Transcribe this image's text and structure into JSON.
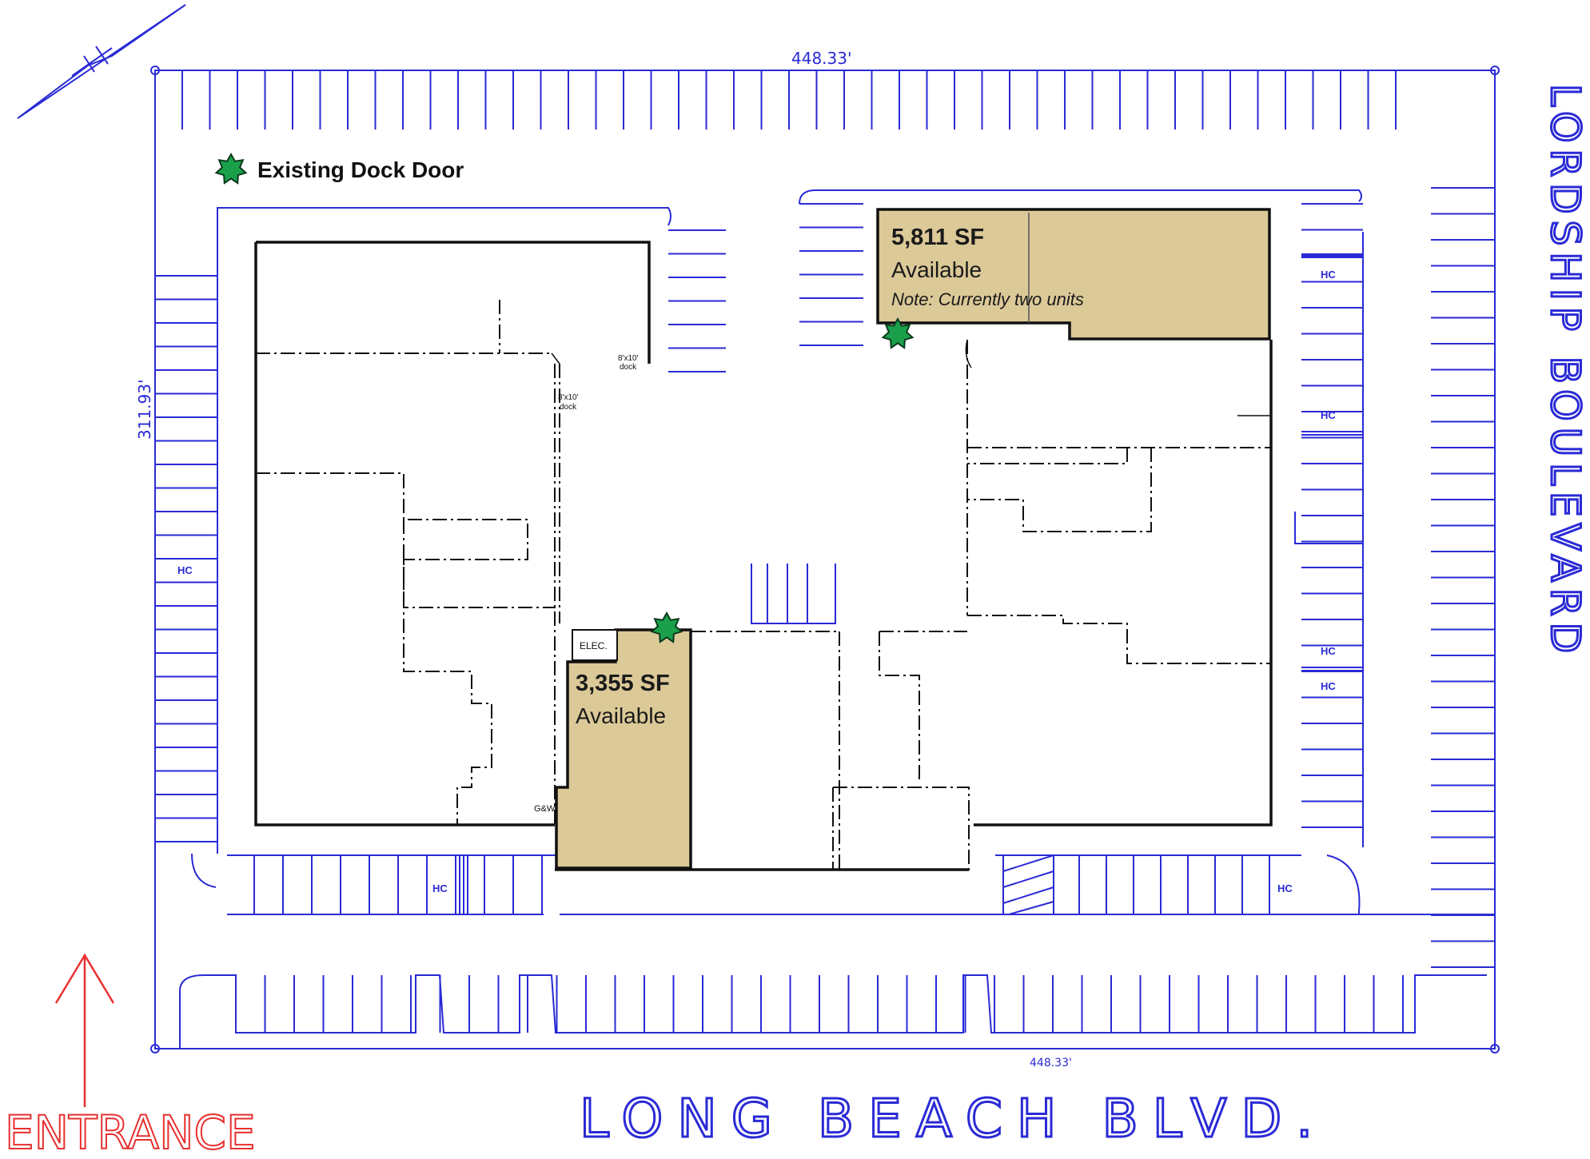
{
  "legend": {
    "label": "Existing Dock Door",
    "icon": "dock-door-star-icon",
    "star_color": "#1aa04a"
  },
  "dimensions": {
    "top": "448.33'",
    "bottom": "448.33'",
    "left": "311.93'"
  },
  "streets": {
    "bottom": "LONG BEACH BLVD.",
    "right": "LORDSHIP BOULEVARD"
  },
  "entrance": {
    "label": "ENTRANCE",
    "color": "#e83030"
  },
  "units": [
    {
      "area": "5,811 SF",
      "status": "Available",
      "note": "Note: Currently two units",
      "fill": "#dcc998"
    },
    {
      "area": "3,355 SF",
      "status": "Available",
      "note": "",
      "fill": "#dcc998"
    }
  ],
  "small_labels": {
    "hc": "HC",
    "elec": "ELEC.",
    "gw": "G&W",
    "dock1_a": "8'x10'",
    "dock1_b": "dock",
    "dock2_a": "8'x10'",
    "dock2_b": "dock"
  },
  "colors": {
    "site_lines": "#2a2ad6",
    "walls": "#111111"
  }
}
